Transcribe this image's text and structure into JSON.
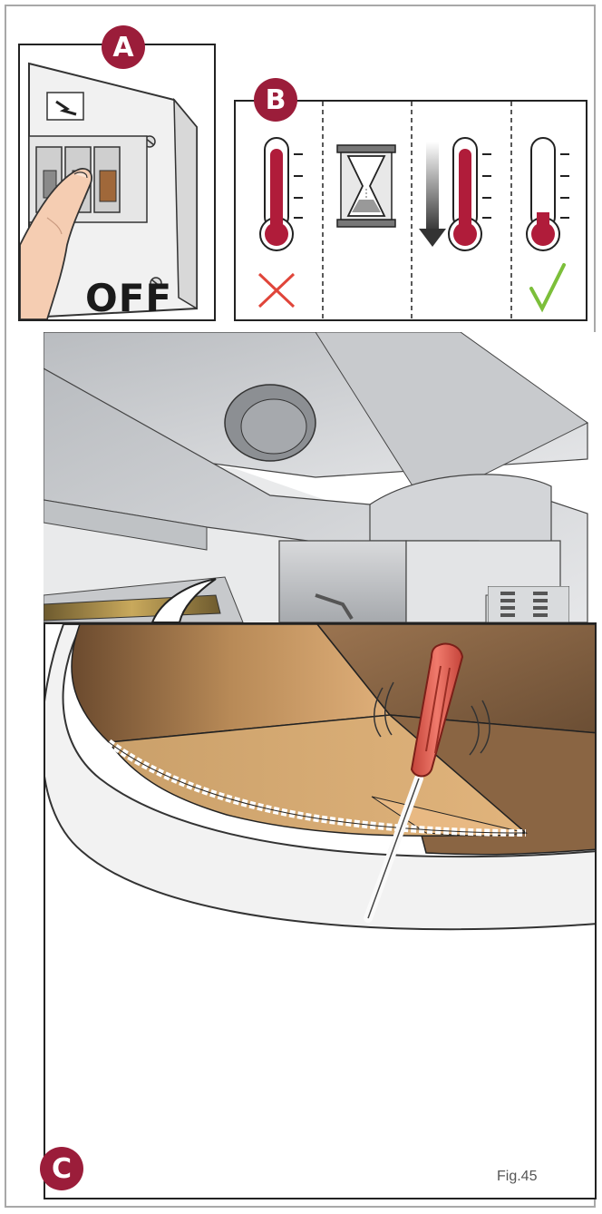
{
  "colors": {
    "accent": "#9b1d3a",
    "check": "#7cbf3a",
    "cross": "#e0453a",
    "thermo": "#b01c3a"
  },
  "panel_a": {
    "badge": "A",
    "state_label": "OFF"
  },
  "panel_b": {
    "badge": "B",
    "steps": [
      {
        "icon": "thermometer-hot-icon",
        "mark": "cross-icon"
      },
      {
        "icon": "hourglass-icon",
        "mark": ""
      },
      {
        "icon": "thermometer-cooling-icon",
        "mark": ""
      },
      {
        "icon": "thermometer-cool-icon",
        "mark": "checkmark-icon"
      }
    ]
  },
  "panel_oven": {
    "icon": "oven-illustration"
  },
  "panel_c": {
    "badge": "C",
    "icon": "screwdriver-icon"
  },
  "figure_label": "Fig.45"
}
